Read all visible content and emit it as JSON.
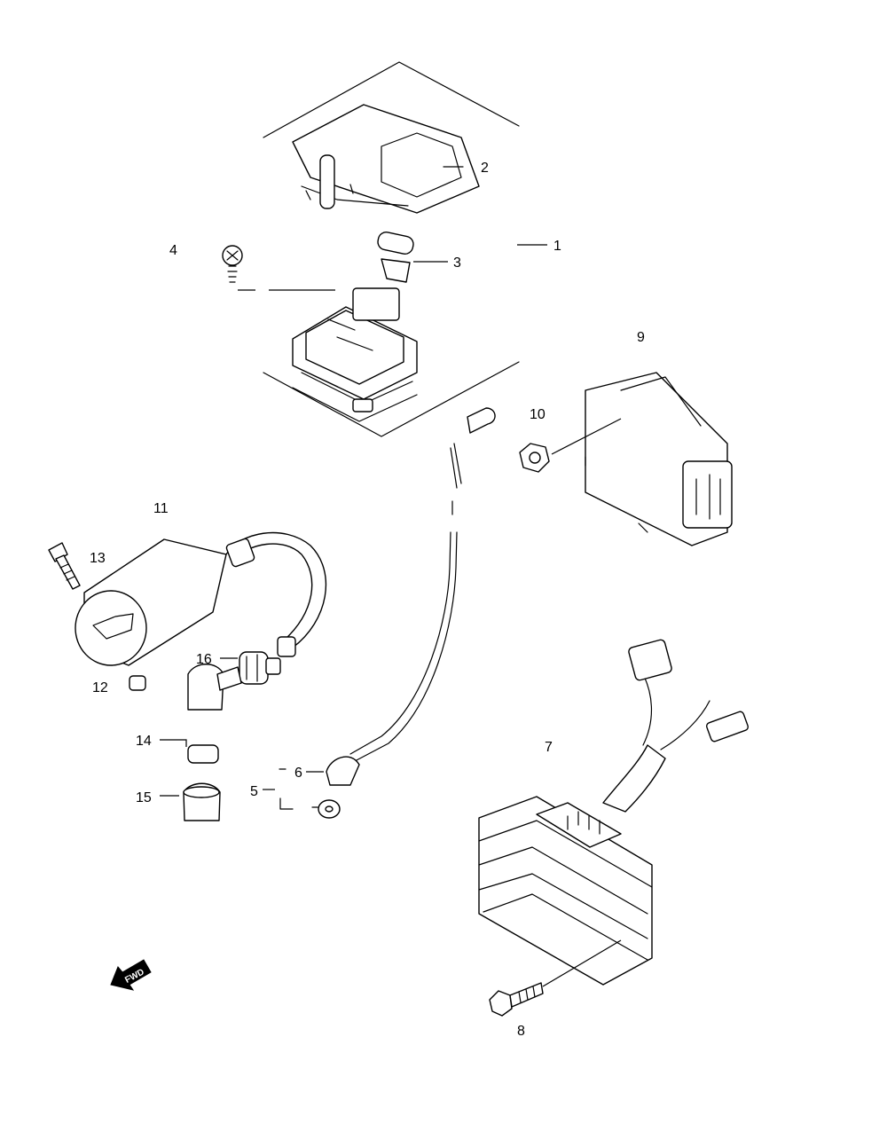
{
  "callouts": [
    {
      "id": "1",
      "text": "1"
    },
    {
      "id": "2",
      "text": "2"
    },
    {
      "id": "3",
      "text": "3"
    },
    {
      "id": "4",
      "text": "4"
    },
    {
      "id": "5",
      "text": "5"
    },
    {
      "id": "6",
      "text": "6"
    },
    {
      "id": "7",
      "text": "7"
    },
    {
      "id": "8",
      "text": "8"
    },
    {
      "id": "9",
      "text": "9"
    },
    {
      "id": "10",
      "text": "10"
    },
    {
      "id": "11",
      "text": "11"
    },
    {
      "id": "12",
      "text": "12"
    },
    {
      "id": "13",
      "text": "13"
    },
    {
      "id": "14",
      "text": "14"
    },
    {
      "id": "15",
      "text": "15"
    },
    {
      "id": "16",
      "text": "16"
    }
  ],
  "direction_arrow": {
    "text": "FWD",
    "icon": "fwd-arrow-icon"
  },
  "colors": {
    "line": "#000000",
    "background": "#ffffff"
  }
}
